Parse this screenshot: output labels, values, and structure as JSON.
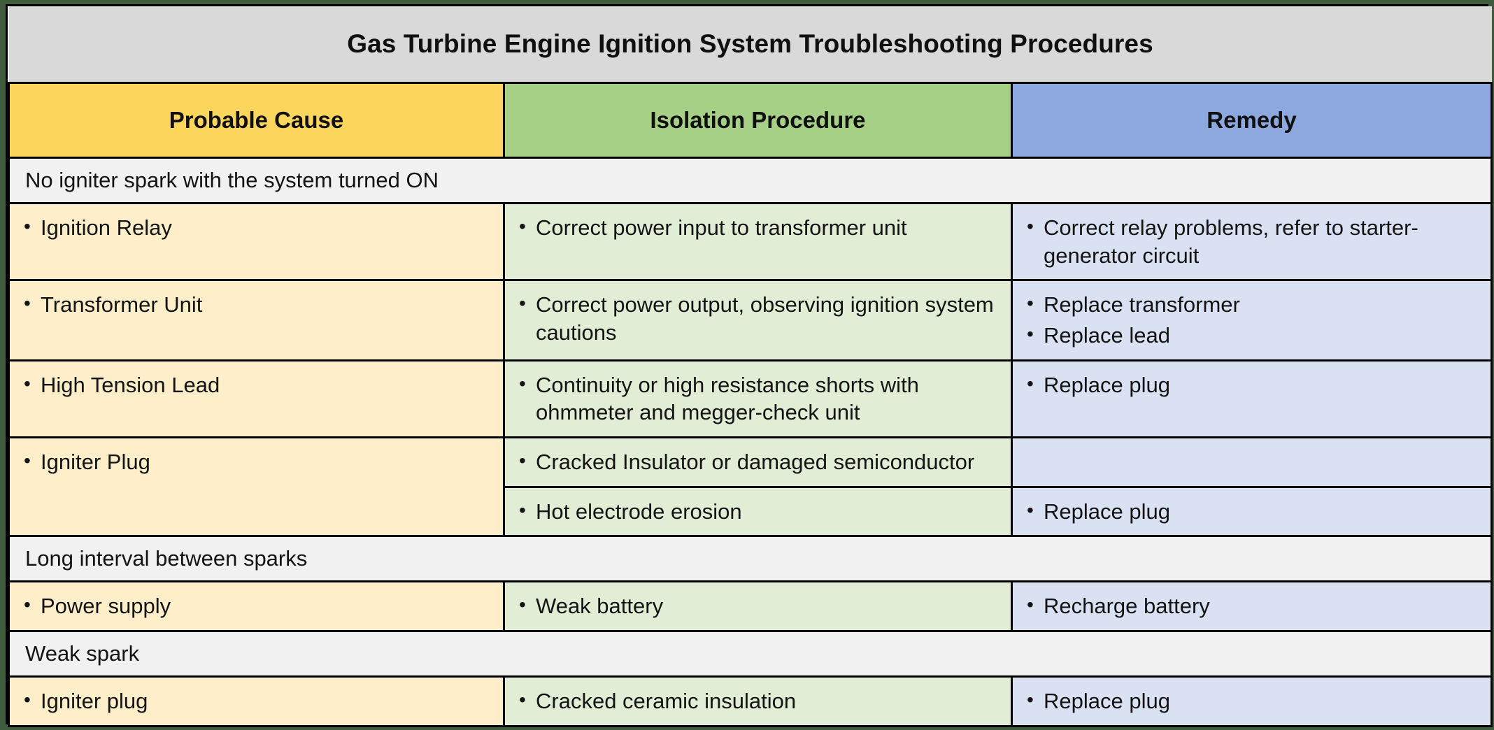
{
  "document": {
    "title": "Gas Turbine Engine Ignition System Troubleshooting Procedures"
  },
  "colors": {
    "outer_border": "#3f5c3f",
    "grid_line": "#000000",
    "title_band": "#d9d9d9",
    "header_cause": "#fcd65c",
    "header_isolation": "#a6d086",
    "header_remedy": "#8ca8de",
    "body_cause": "#feeeca",
    "body_isolation": "#e2edd6",
    "body_remedy": "#d9e1f2",
    "section_band": "#f1f1f1",
    "text": "#141414"
  },
  "table": {
    "columns": [
      {
        "key": "cause",
        "label": "Probable Cause"
      },
      {
        "key": "isolation",
        "label": "Isolation Procedure"
      },
      {
        "key": "remedy",
        "label": "Remedy"
      }
    ],
    "sections": [
      {
        "heading": "No igniter spark with the system turned ON",
        "rows": [
          {
            "cause": [
              "Ignition Relay"
            ],
            "isolation": [
              "Correct power input to transformer unit"
            ],
            "remedy": [
              "Correct relay problems, refer to starter-generator circuit"
            ]
          },
          {
            "cause": [
              "Transformer Unit"
            ],
            "isolation": [
              "Correct power output, observing ignition system cautions"
            ],
            "remedy": [
              "Replace transformer",
              "Replace lead"
            ]
          },
          {
            "cause": [
              "High Tension Lead"
            ],
            "isolation": [
              "Continuity or high resistance shorts with ohmmeter and megger-check unit"
            ],
            "remedy": [
              "Replace plug"
            ]
          },
          {
            "cause": [
              "Igniter Plug"
            ],
            "cause_rowspan": 2,
            "isolation": [
              "Cracked Insulator or damaged semiconductor"
            ],
            "remedy": []
          },
          {
            "cause": null,
            "isolation": [
              "Hot electrode erosion"
            ],
            "remedy": [
              "Replace plug"
            ]
          }
        ]
      },
      {
        "heading": "Long interval between sparks",
        "rows": [
          {
            "cause": [
              "Power supply"
            ],
            "isolation": [
              "Weak battery"
            ],
            "remedy": [
              "Recharge battery"
            ]
          }
        ]
      },
      {
        "heading": "Weak spark",
        "rows": [
          {
            "cause": [
              "Igniter plug"
            ],
            "isolation": [
              "Cracked ceramic insulation"
            ],
            "remedy": [
              "Replace plug"
            ]
          }
        ]
      }
    ]
  }
}
